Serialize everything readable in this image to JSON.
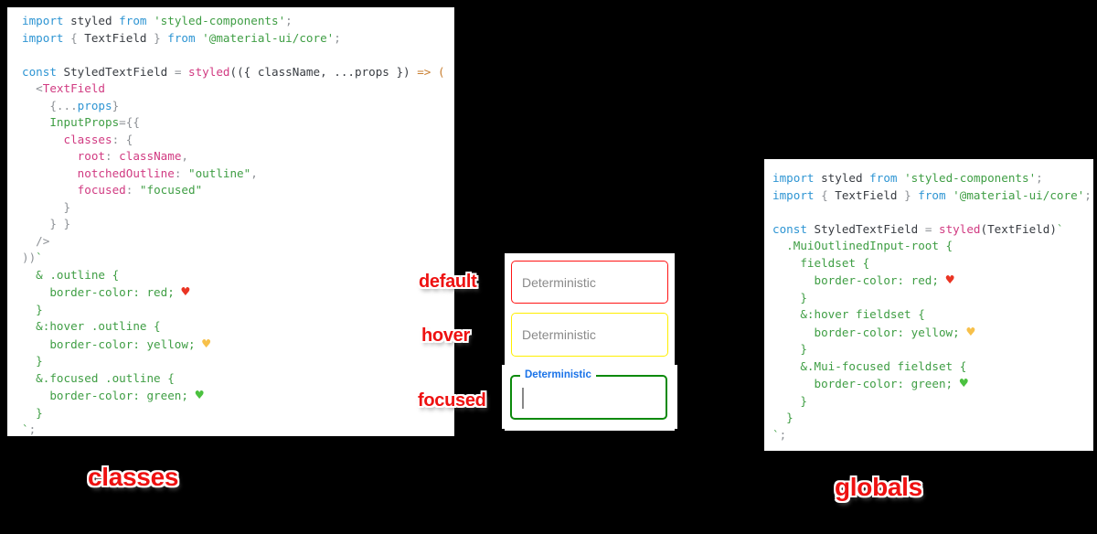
{
  "figure": {
    "background": "#000000",
    "annotation_color": "#ee1111"
  },
  "syntax_colors": {
    "k": "#2e95d3",
    "p": "#383c42",
    "m": "#d13b82",
    "s": "#3f9e44",
    "g": "#8d9196",
    "o": "#c87d2e"
  },
  "heart_colors": {
    "red": "#ea3423",
    "yellow": "#f7c04a",
    "green": "#4bc13f"
  },
  "annotations": {
    "default": "default",
    "hover": "hover",
    "focused": "focused",
    "classes": "classes",
    "globals": "globals"
  },
  "demo": {
    "placeholder": "Deterministic",
    "focused_label": "Deterministic",
    "colors": {
      "default": "#ff1414",
      "hover": "#ffef00",
      "focused": "#0b8a0b",
      "label": "#1a73e8"
    }
  },
  "code_panels": {
    "left": {
      "lines": [
        [
          [
            "k",
            "import"
          ],
          [
            "p",
            " styled "
          ],
          [
            "k",
            "from"
          ],
          [
            "s",
            " 'styled-components'"
          ],
          [
            "g",
            ";"
          ]
        ],
        [
          [
            "k",
            "import"
          ],
          [
            "g",
            " { "
          ],
          [
            "p",
            "TextField"
          ],
          [
            "g",
            " } "
          ],
          [
            "k",
            "from"
          ],
          [
            "s",
            " '@material-ui/core'"
          ],
          [
            "g",
            ";"
          ]
        ],
        [],
        [
          [
            "k",
            "const"
          ],
          [
            "p",
            " StyledTextField "
          ],
          [
            "g",
            "= "
          ],
          [
            "m",
            "styled"
          ],
          [
            "p",
            "(({ className, ...props }) "
          ],
          [
            "o",
            "=> ("
          ]
        ],
        [
          [
            "g",
            "  <"
          ],
          [
            "m",
            "TextField"
          ]
        ],
        [
          [
            "g",
            "    {..."
          ],
          [
            "k",
            "props"
          ],
          [
            "g",
            "}"
          ]
        ],
        [
          [
            "s",
            "    InputProps"
          ],
          [
            "g",
            "={{"
          ]
        ],
        [
          [
            "m",
            "      classes"
          ],
          [
            "g",
            ": {"
          ]
        ],
        [
          [
            "m",
            "        root"
          ],
          [
            "g",
            ": "
          ],
          [
            "m",
            "className"
          ],
          [
            "g",
            ","
          ]
        ],
        [
          [
            "m",
            "        notchedOutline"
          ],
          [
            "g",
            ": "
          ],
          [
            "s",
            "\"outline\""
          ],
          [
            "g",
            ","
          ]
        ],
        [
          [
            "m",
            "        focused"
          ],
          [
            "g",
            ": "
          ],
          [
            "s",
            "\"focused\""
          ]
        ],
        [
          [
            "g",
            "      }"
          ]
        ],
        [
          [
            "g",
            "    } }"
          ]
        ],
        [
          [
            "g",
            "  />"
          ]
        ],
        [
          [
            "g",
            "))"
          ],
          [
            "s",
            "`"
          ]
        ],
        [
          [
            "s",
            "  & .outline {"
          ]
        ],
        [
          [
            "s",
            "    border-color: red; "
          ],
          [
            "h1",
            "♥"
          ]
        ],
        [
          [
            "s",
            "  }"
          ]
        ],
        [
          [
            "s",
            "  &:hover .outline {"
          ]
        ],
        [
          [
            "s",
            "    border-color: yellow; "
          ],
          [
            "h2",
            "♥"
          ]
        ],
        [
          [
            "s",
            "  }"
          ]
        ],
        [
          [
            "s",
            "  &.focused .outline {"
          ]
        ],
        [
          [
            "s",
            "    border-color: green; "
          ],
          [
            "h3",
            "♥"
          ]
        ],
        [
          [
            "s",
            "  }"
          ]
        ],
        [
          [
            "s",
            "`"
          ],
          [
            "g",
            ";"
          ]
        ]
      ]
    },
    "right": {
      "lines": [
        [
          [
            "k",
            "import"
          ],
          [
            "p",
            " styled "
          ],
          [
            "k",
            "from"
          ],
          [
            "s",
            " 'styled-components'"
          ],
          [
            "g",
            ";"
          ]
        ],
        [
          [
            "k",
            "import"
          ],
          [
            "g",
            " { "
          ],
          [
            "p",
            "TextField"
          ],
          [
            "g",
            " } "
          ],
          [
            "k",
            "from"
          ],
          [
            "s",
            " '@material-ui/core'"
          ],
          [
            "g",
            ";"
          ]
        ],
        [],
        [
          [
            "k",
            "const"
          ],
          [
            "p",
            " StyledTextField "
          ],
          [
            "g",
            "= "
          ],
          [
            "m",
            "styled"
          ],
          [
            "p",
            "(TextField)"
          ],
          [
            "s",
            "`"
          ]
        ],
        [
          [
            "s",
            "  .MuiOutlinedInput-root {"
          ]
        ],
        [
          [
            "s",
            "    fieldset {"
          ]
        ],
        [
          [
            "s",
            "      border-color: red; "
          ],
          [
            "h1",
            "♥"
          ]
        ],
        [
          [
            "s",
            "    }"
          ]
        ],
        [
          [
            "s",
            "    &:hover fieldset {"
          ]
        ],
        [
          [
            "s",
            "      border-color: yellow; "
          ],
          [
            "h2",
            "♥"
          ]
        ],
        [
          [
            "s",
            "    }"
          ]
        ],
        [
          [
            "s",
            "    &.Mui-focused fieldset {"
          ]
        ],
        [
          [
            "s",
            "      border-color: green; "
          ],
          [
            "h3",
            "♥"
          ]
        ],
        [
          [
            "s",
            "    }"
          ]
        ],
        [
          [
            "s",
            "  }"
          ]
        ],
        [
          [
            "s",
            "`"
          ],
          [
            "g",
            ";"
          ]
        ]
      ]
    }
  }
}
